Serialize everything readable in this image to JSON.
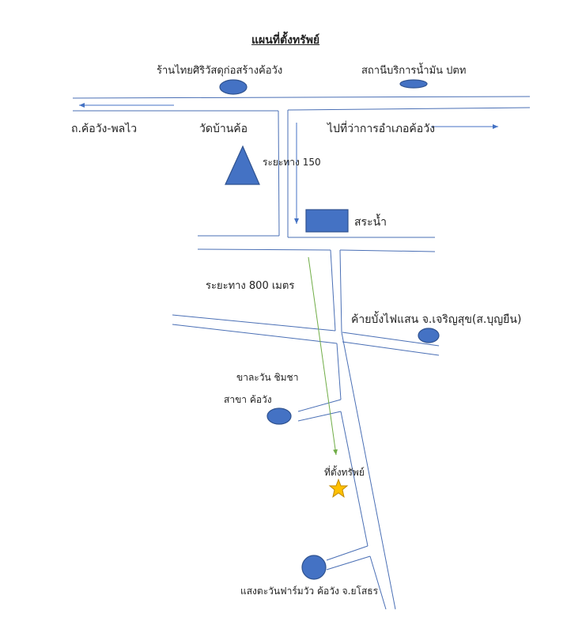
{
  "title": "แผนที่ตั้งทรัพย์",
  "labels": {
    "hardware_store": "ร้านไทยศิริวัสดุก่อสร้างค้อวัง",
    "gas_station": "สถานีบริการน้ำมัน ปตท",
    "road_left": "ถ.ค้อวัง-พลไว",
    "temple": "วัดบ้านค้อ",
    "to_district_office": "ไปที่ว่าการอำเภอค้อวัง",
    "distance_150": "ระยะทาง 150",
    "pond": "สระน้ำ",
    "distance_800": "ระยะทาง 800 เมตร",
    "bamboo_fireworks": "ค้ายบั้งไฟแสน จ.เจริญสุข(ส.บุญยืน)",
    "chalawan_line1": "ขาละวัน ชิมชา",
    "chalawan_line2": "สาขา ค้อวัง",
    "property_location": "ที่ตั้งทรัพย์",
    "cattle_farm": "แสงตะวันฟาร์มวัว ค้อวัง จ.ยโสธร"
  },
  "colors": {
    "road": "#4a6fb5",
    "marker": "#4472c4",
    "marker_stroke": "#2f528f",
    "route_arrow": "#70ad47",
    "star": "#ffc000"
  }
}
